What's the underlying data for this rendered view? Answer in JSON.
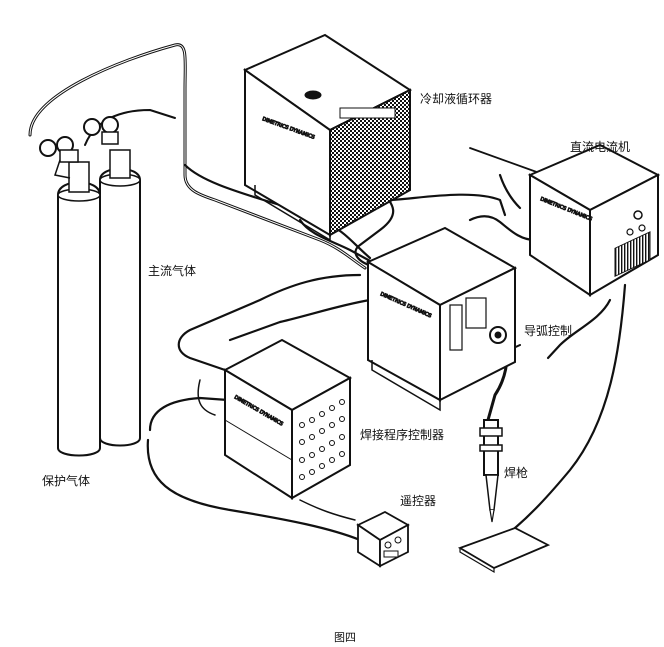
{
  "labels": {
    "coolant_circulator": "冷却液循环器",
    "dc_power_source": "直流电流机",
    "main_gas": "主流气体",
    "pilot_arc_control": "导弧控制",
    "weld_program_controller": "焊接程序控制器",
    "shielding_gas": "保护气体",
    "torch": "焊枪",
    "remote_control": "遥控器"
  },
  "brand_text": "DIMETRICS DYNAMICS",
  "caption": "图四"
}
